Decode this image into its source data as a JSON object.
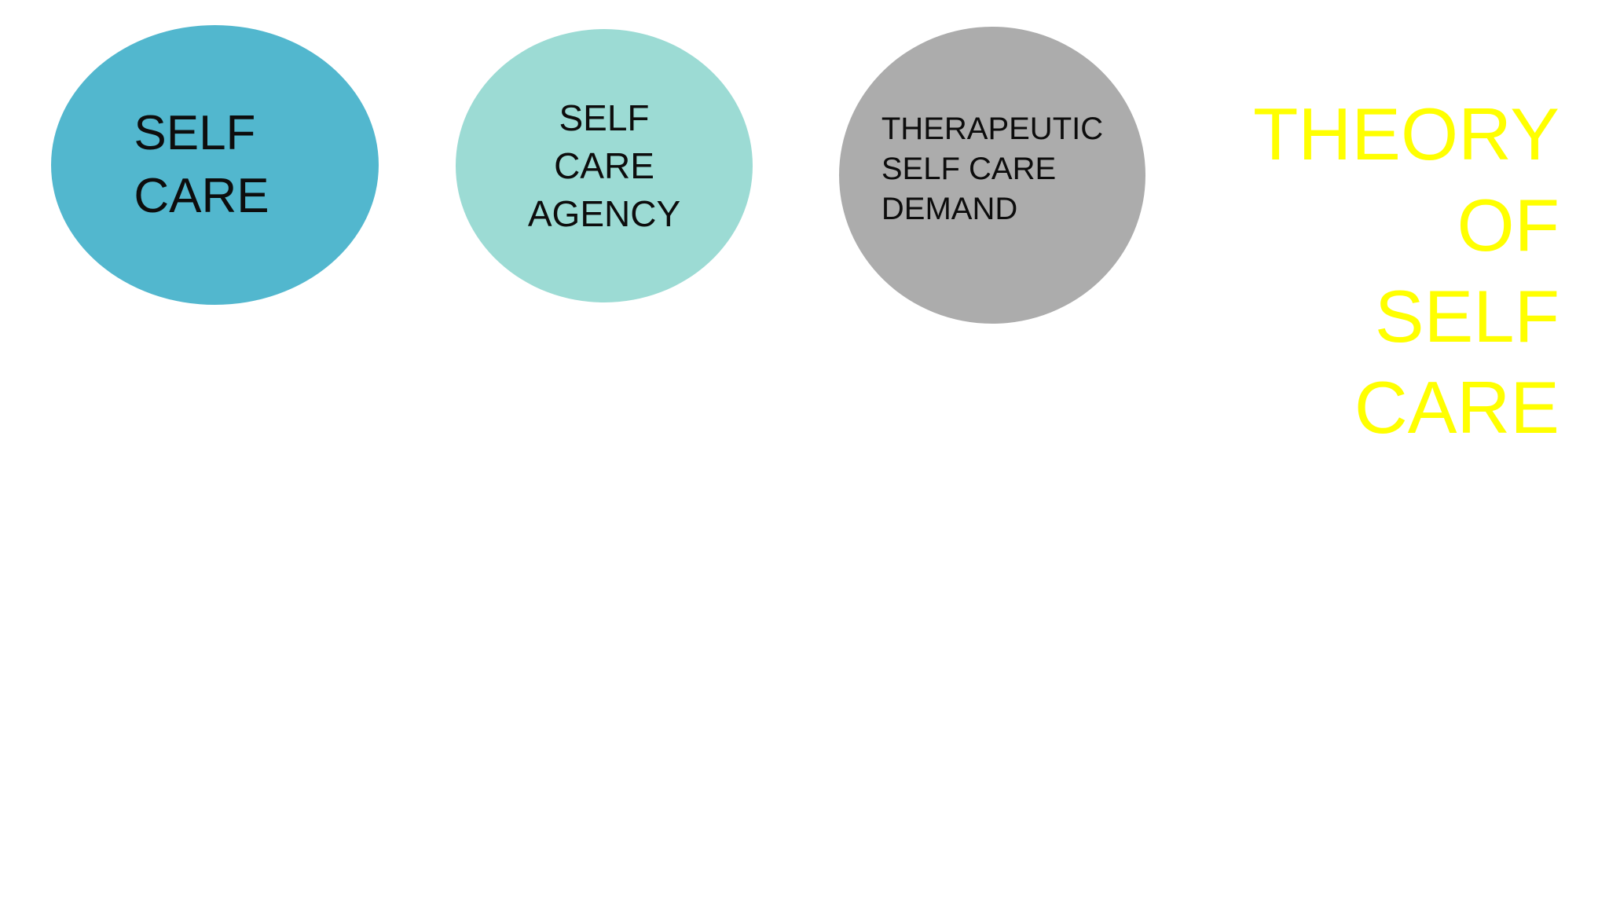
{
  "slide": {
    "background_color": "#ffffff",
    "text_color": "#0d0d0d",
    "bubbles": [
      {
        "name": "self-care",
        "fill": "#52B7CE",
        "lines": [
          "SELF",
          "CARE"
        ]
      },
      {
        "name": "self-care-agency",
        "fill": "#9CDBD4",
        "lines": [
          "SELF",
          "CARE",
          "AGENCY"
        ]
      },
      {
        "name": "therapeutic-self-care-demand",
        "fill": "#ACACAC",
        "lines": [
          "THERAPEUTIC",
          "SELF CARE",
          "DEMAND"
        ]
      }
    ],
    "title": {
      "color": "#FFFF00",
      "lines": [
        "THEORY",
        "OF",
        "SELF",
        "CARE"
      ]
    }
  }
}
